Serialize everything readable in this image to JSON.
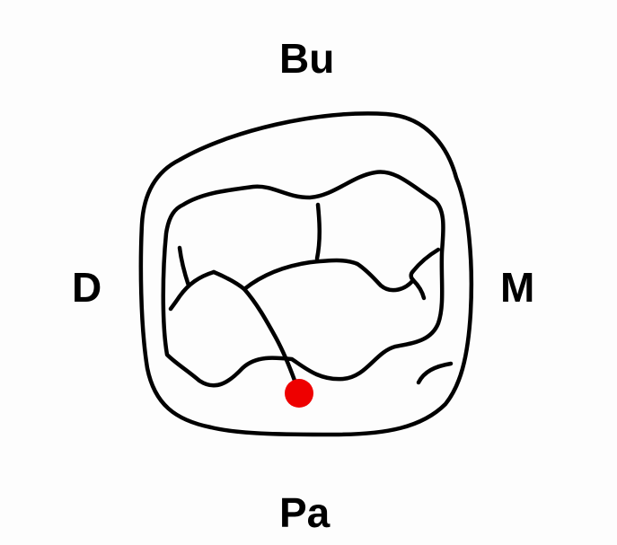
{
  "orientation_labels": {
    "top": "Bu",
    "bottom": "Pa",
    "left": "D",
    "right": "M"
  },
  "colors": {
    "outline": "#000000",
    "marker": "#ee0000",
    "background": "#fdfdfd"
  }
}
